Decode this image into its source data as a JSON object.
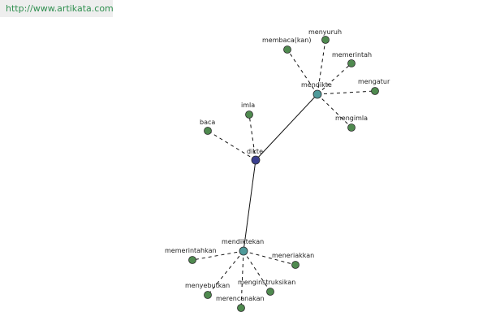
{
  "header": {
    "url": "http://www.artikata.com"
  },
  "colors": {
    "leaf": "#4f8a4f",
    "hub": "#4f9a9a",
    "root": "#3a3f8f"
  },
  "diagram": {
    "nodes": [
      {
        "id": "dikte",
        "label": "dikte",
        "kind": "root"
      },
      {
        "id": "mendikte",
        "label": "mendikte",
        "kind": "hub"
      },
      {
        "id": "mendiktekan",
        "label": "mendiktekan",
        "kind": "hub"
      },
      {
        "id": "imla",
        "label": "imla",
        "kind": "leaf"
      },
      {
        "id": "baca",
        "label": "baca",
        "kind": "leaf"
      },
      {
        "id": "menyuruh",
        "label": "menyuruh",
        "kind": "leaf"
      },
      {
        "id": "membaca-kan",
        "label": "membaca(kan)",
        "kind": "leaf"
      },
      {
        "id": "memerintah",
        "label": "memerintah",
        "kind": "leaf"
      },
      {
        "id": "mengatur",
        "label": "mengatur",
        "kind": "leaf"
      },
      {
        "id": "mengimla",
        "label": "mengimla",
        "kind": "leaf"
      },
      {
        "id": "memerintahkan",
        "label": "memerintahkan",
        "kind": "leaf"
      },
      {
        "id": "meneriakkan",
        "label": "meneriakkan",
        "kind": "leaf"
      },
      {
        "id": "menyebutkan",
        "label": "menyebutkan",
        "kind": "leaf"
      },
      {
        "id": "menginstruksikan",
        "label": "menginstruksikan",
        "kind": "leaf"
      },
      {
        "id": "merencanakan",
        "label": "merencanakan",
        "kind": "leaf"
      }
    ],
    "edges": [
      {
        "from": "dikte",
        "to": "mendikte",
        "style": "solid"
      },
      {
        "from": "dikte",
        "to": "mendiktekan",
        "style": "solid"
      },
      {
        "from": "dikte",
        "to": "imla",
        "style": "dashed"
      },
      {
        "from": "dikte",
        "to": "baca",
        "style": "dashed"
      },
      {
        "from": "mendikte",
        "to": "menyuruh",
        "style": "dashed"
      },
      {
        "from": "mendikte",
        "to": "membaca-kan",
        "style": "dashed"
      },
      {
        "from": "mendikte",
        "to": "memerintah",
        "style": "dashed"
      },
      {
        "from": "mendikte",
        "to": "mengatur",
        "style": "dashed"
      },
      {
        "from": "mendikte",
        "to": "mengimla",
        "style": "dashed"
      },
      {
        "from": "mendiktekan",
        "to": "memerintahkan",
        "style": "dashed"
      },
      {
        "from": "mendiktekan",
        "to": "meneriakkan",
        "style": "dashed"
      },
      {
        "from": "mendiktekan",
        "to": "menyebutkan",
        "style": "dashed"
      },
      {
        "from": "mendiktekan",
        "to": "menginstruksikan",
        "style": "dashed"
      },
      {
        "from": "mendiktekan",
        "to": "merencanakan",
        "style": "dashed"
      }
    ]
  }
}
